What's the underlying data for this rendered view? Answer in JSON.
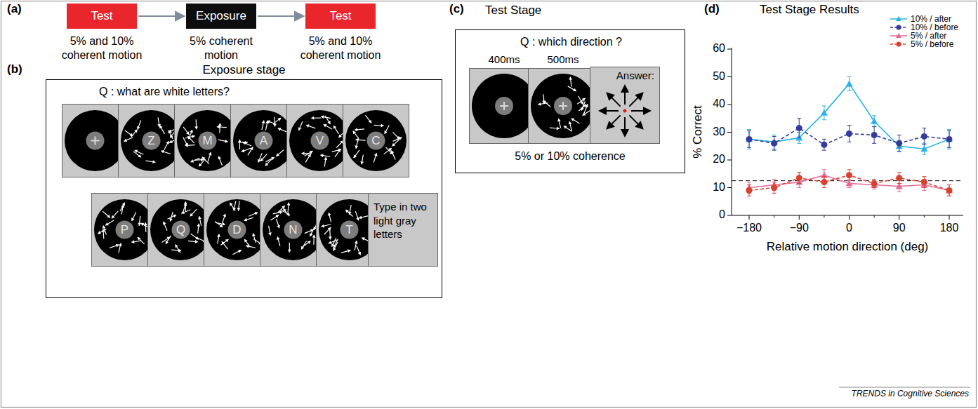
{
  "diagram": {
    "nodes": [
      {
        "text": [
          "Test",
          "5% and 10% coherent motion"
        ]
      },
      {
        "text": [
          "Exposure",
          "5% coherent motion"
        ]
      },
      {
        "text": [
          "Test",
          "5% and 10% coherent motion"
        ]
      },
      {
        "text": [
          "Exposure stage",
          "Q : what are white letters?"
        ]
      },
      {
        "text": [
          "Z"
        ],
        "in": 3
      },
      {
        "text": [
          "M"
        ],
        "in": 3
      },
      {
        "text": [
          "A"
        ],
        "in": 3
      },
      {
        "text": [
          "V"
        ],
        "in": 3
      },
      {
        "text": [
          "C"
        ],
        "in": 3
      },
      {
        "text": [
          "P"
        ],
        "in": 3
      },
      {
        "text": [
          "Q"
        ],
        "in": 3
      },
      {
        "text": [
          "D"
        ],
        "in": 3
      },
      {
        "text": [
          "N"
        ],
        "in": 3
      },
      {
        "text": [
          "T"
        ],
        "in": 3
      },
      {
        "text": [
          "Type in two light gray letters"
        ],
        "in": 3
      },
      {
        "text": [
          "Test Stage",
          "Q : which direction ?"
        ]
      },
      {
        "text": [
          "Answer:"
        ],
        "in": 15
      }
    ],
    "edges": [
      {
        "from": 0,
        "to": 1,
        "arrow": "to"
      },
      {
        "from": 1,
        "to": 2,
        "arrow": "to"
      }
    ],
    "labels": [
      "(a)",
      "(b)",
      "(c)",
      "(d)",
      "400ms",
      "500ms",
      "5% or 10% coherence",
      "Test Stage Results",
      "0",
      "10",
      "20",
      "30",
      "40",
      "50",
      "60",
      "−180",
      "−90",
      "0",
      "90",
      "180",
      "% Correct",
      "Relative motion direction (deg)",
      "TRENDS in Cognitive Sciences"
    ],
    "legend": [
      {
        "text": "10% / after"
      },
      {
        "text": "10% / before"
      },
      {
        "text": "5% / after"
      },
      {
        "text": "5% / before"
      }
    ]
  }
}
